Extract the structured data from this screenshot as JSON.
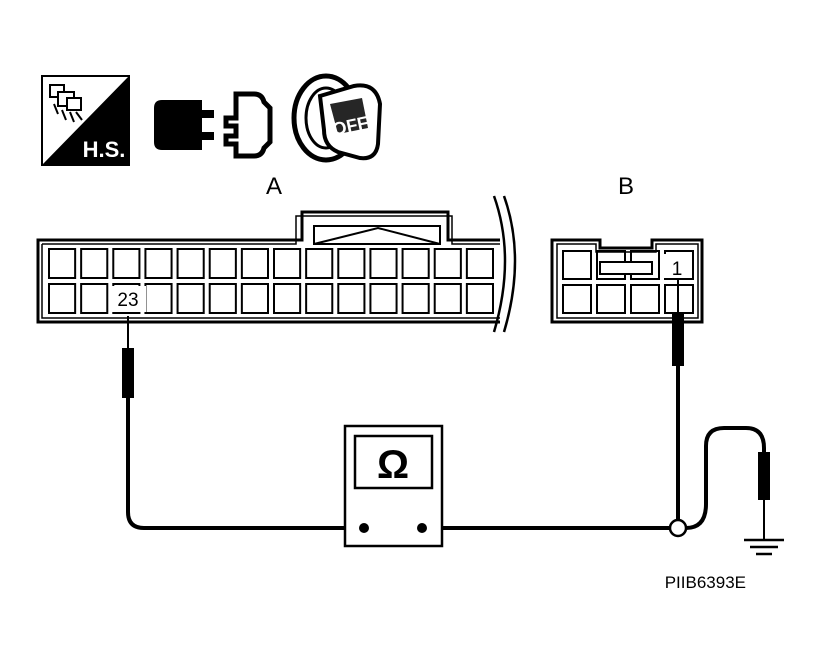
{
  "icons": {
    "harness_sign": {
      "name": "harness-sign-icon",
      "text": "H.S."
    },
    "disconnect": {
      "name": "connector-disconnect-icon"
    },
    "ignition": {
      "name": "ignition-switch-off-icon",
      "text": "OFF"
    }
  },
  "connectors": {
    "a": {
      "label": "A",
      "pin": "23"
    },
    "b": {
      "label": "B",
      "pin": "1"
    }
  },
  "meter": {
    "icon": "ohm-icon",
    "symbol": "Ω"
  },
  "ground": {
    "icon": "ground-icon"
  },
  "figure_id": "PIIB6393E"
}
